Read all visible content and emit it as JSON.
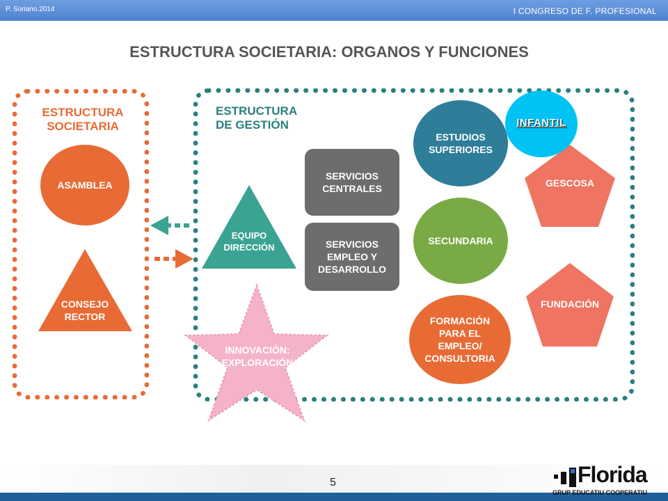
{
  "header": {
    "author": "P. Soriano.2014",
    "congress": "I CONGRESO  DE F. PROFESIONAL"
  },
  "title": "ESTRUCTURA SOCIETARIA: ORGANOS Y FUNCIONES",
  "societaria": {
    "heading_line1": "ESTRUCTURA",
    "heading_line2": "SOCIETARIA",
    "asamblea": "ASAMBLEA",
    "consejo_line1": "CONSEJO",
    "consejo_line2": "RECTOR"
  },
  "gestion": {
    "heading_line1": "ESTRUCTURA",
    "heading_line2": "DE GESTIÓN",
    "equipo_line1": "EQUIPO",
    "equipo_line2": "DIRECCIÓN",
    "servicios_centrales_line1": "SERVICIOS",
    "servicios_centrales_line2": "CENTRALES",
    "servicios_empleo_line1": "SERVICIOS",
    "servicios_empleo_line2": "EMPLEO Y",
    "servicios_empleo_line3": "DESARROLLO",
    "innovacion_line1": "INNOVACIÓN:",
    "innovacion_line2": "EXPLORACIÓN",
    "estudios_line1": "ESTUDIOS",
    "estudios_line2": "SUPERIORES",
    "secundaria": "SECUNDARIA",
    "formacion_line1": "FORMACIÓN",
    "formacion_line2": "PARA EL",
    "formacion_line3": "EMPLEO/",
    "formacion_line4": "CONSULTORIA",
    "infantil": "INFANTIL",
    "gescosa": "GESCOSA",
    "fundacion": "FUNDACIÓN"
  },
  "footer": {
    "page_number": "5",
    "logo_word": "Florida",
    "logo_sub": "GRUP EDUCATIU COOPERATIU"
  },
  "colors": {
    "orange": "#e86b35",
    "teal": "#2a7f7d",
    "teal_dark": "#2e7d99",
    "green": "#7aaa45",
    "gray": "#6d6d6d",
    "salmon": "#f07462",
    "pink": "#f5b3c9",
    "cyan": "#00c3f4",
    "header_blue": "#4f83d0"
  }
}
